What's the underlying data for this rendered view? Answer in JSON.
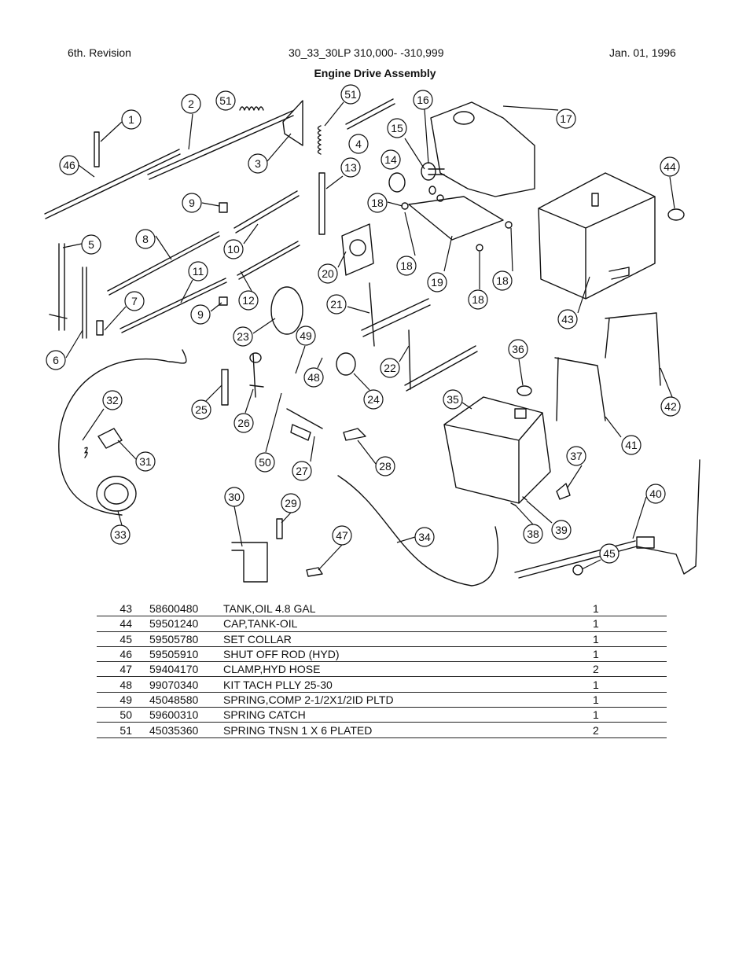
{
  "header": {
    "revision": "6th. Revision",
    "model": "30_33_30LP 310,000- -310,999",
    "date": "Jan. 01, 1996"
  },
  "title": "Engine Drive Assembly",
  "diagram": {
    "callouts": [
      "1",
      "2",
      "51",
      "3",
      "51",
      "4",
      "16",
      "15",
      "14",
      "13",
      "17",
      "44",
      "46",
      "9",
      "18",
      "5",
      "8",
      "10",
      "20",
      "18",
      "19",
      "18",
      "11",
      "12",
      "21",
      "43",
      "7",
      "9",
      "18",
      "6",
      "23",
      "49",
      "48",
      "22",
      "36",
      "24",
      "35",
      "42",
      "32",
      "25",
      "26",
      "41",
      "50",
      "27",
      "28",
      "37",
      "31",
      "40",
      "30",
      "29",
      "47",
      "34",
      "38",
      "39",
      "45",
      "33"
    ]
  },
  "parts": [
    {
      "item": "43",
      "part": "58600480",
      "desc": "TANK,OIL 4.8 GAL",
      "qty": "1"
    },
    {
      "item": "44",
      "part": "59501240",
      "desc": "CAP,TANK-OIL",
      "qty": "1"
    },
    {
      "item": "45",
      "part": "59505780",
      "desc": "SET COLLAR",
      "qty": "1"
    },
    {
      "item": "46",
      "part": "59505910",
      "desc": "SHUT OFF ROD (HYD)",
      "qty": "1"
    },
    {
      "item": "47",
      "part": "59404170",
      "desc": "CLAMP,HYD HOSE",
      "qty": "2"
    },
    {
      "item": "48",
      "part": "99070340",
      "desc": "KIT TACH PLLY 25-30",
      "qty": "1"
    },
    {
      "item": "49",
      "part": "45048580",
      "desc": "SPRING,COMP 2-1/2X1/2ID PLTD",
      "qty": "1"
    },
    {
      "item": "50",
      "part": "59600310",
      "desc": "SPRING CATCH",
      "qty": "1"
    },
    {
      "item": "51",
      "part": "45035360",
      "desc": "SPRING TNSN 1 X 6 PLATED",
      "qty": "2"
    }
  ]
}
